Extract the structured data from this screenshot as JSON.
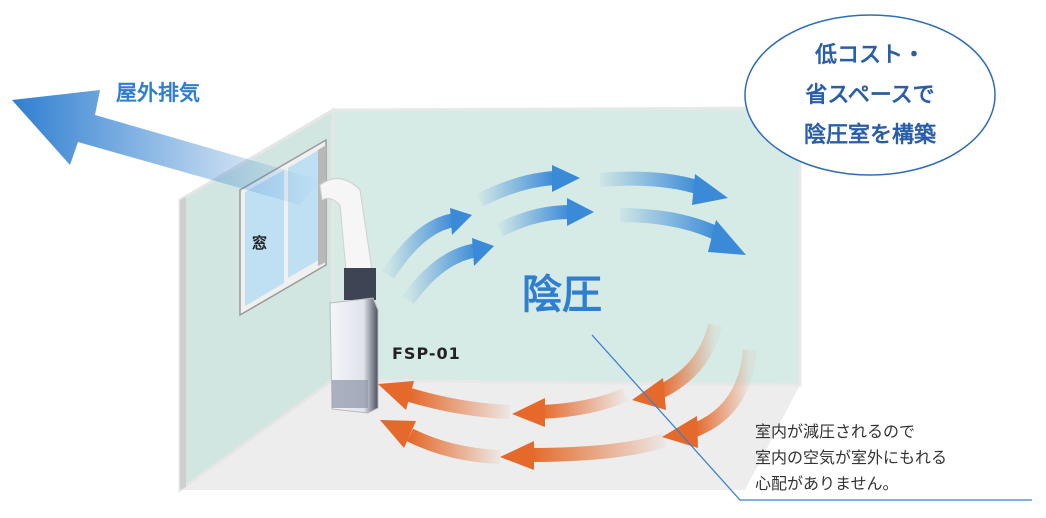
{
  "labels": {
    "exhaust": "屋外排気",
    "window": "窓",
    "model": "FSP-01",
    "negative_pressure": "陰圧",
    "bubble_lines": [
      "低コスト・",
      "省スペースで",
      "陰圧室を構築"
    ],
    "note_lines": [
      "室内が減圧されるので",
      "室内の空気が室外にもれる",
      "心配がありません。"
    ]
  },
  "colors": {
    "blue": "#2f7fd0",
    "orange": "#e4692a",
    "wall": "#d9ebe7",
    "floor": "#ececec",
    "bubble_text": "#2a5fa8"
  }
}
